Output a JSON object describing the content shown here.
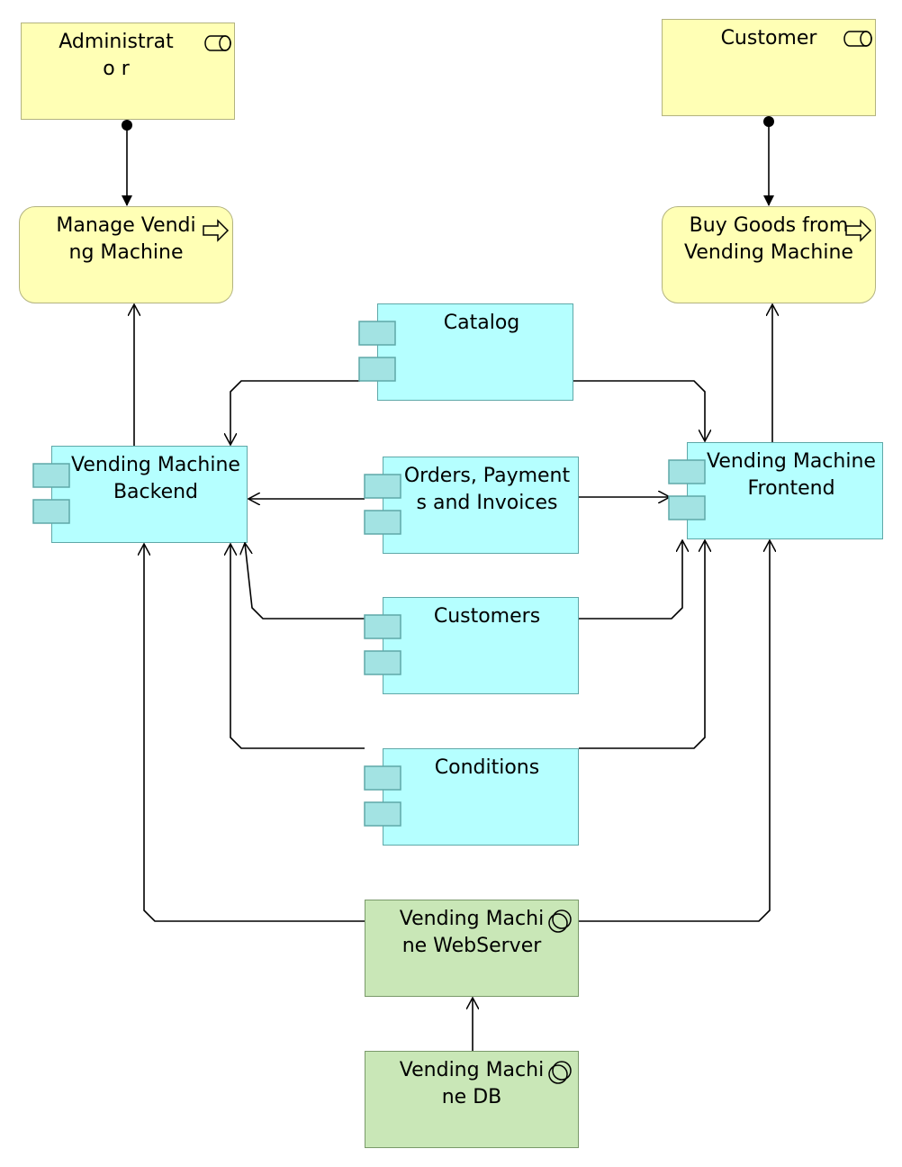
{
  "colors": {
    "actor_fill": "#ffffb5",
    "actor_border": "#b3b380",
    "component_fill": "#b5ffff",
    "component_border": "#5fa8a8",
    "component_tab_fill": "#a3e3e3",
    "node_fill": "#c9e7b7",
    "node_border": "#7a9a6a",
    "edge": "#000000"
  },
  "actors": {
    "administrator": {
      "label": "Administrato r",
      "icon": "business-role-icon"
    },
    "customer": {
      "label": "Customer",
      "icon": "business-role-icon"
    }
  },
  "processes": {
    "manage": {
      "label": "Manage Vending Machine",
      "icon": "business-process-arrow-icon"
    },
    "buy": {
      "label": "Buy Goods from Vending Machine",
      "icon": "business-process-arrow-icon"
    }
  },
  "components": {
    "catalog": {
      "label": "Catalog",
      "icon": "application-component-icon"
    },
    "backend": {
      "label": "Vending Machine Backend",
      "icon": "application-component-icon"
    },
    "orders": {
      "label": "Orders, Payments and Invoices",
      "icon": "application-component-icon"
    },
    "frontend": {
      "label": "Vending Machine Frontend",
      "icon": "application-component-icon"
    },
    "customers": {
      "label": "Customers",
      "icon": "application-component-icon"
    },
    "conditions": {
      "label": "Conditions",
      "icon": "application-component-icon"
    }
  },
  "nodes": {
    "webserver": {
      "label": "Vending Machine WebServer",
      "icon": "system-software-icon"
    },
    "db": {
      "label": "Vending Machine DB",
      "icon": "system-software-icon"
    }
  }
}
